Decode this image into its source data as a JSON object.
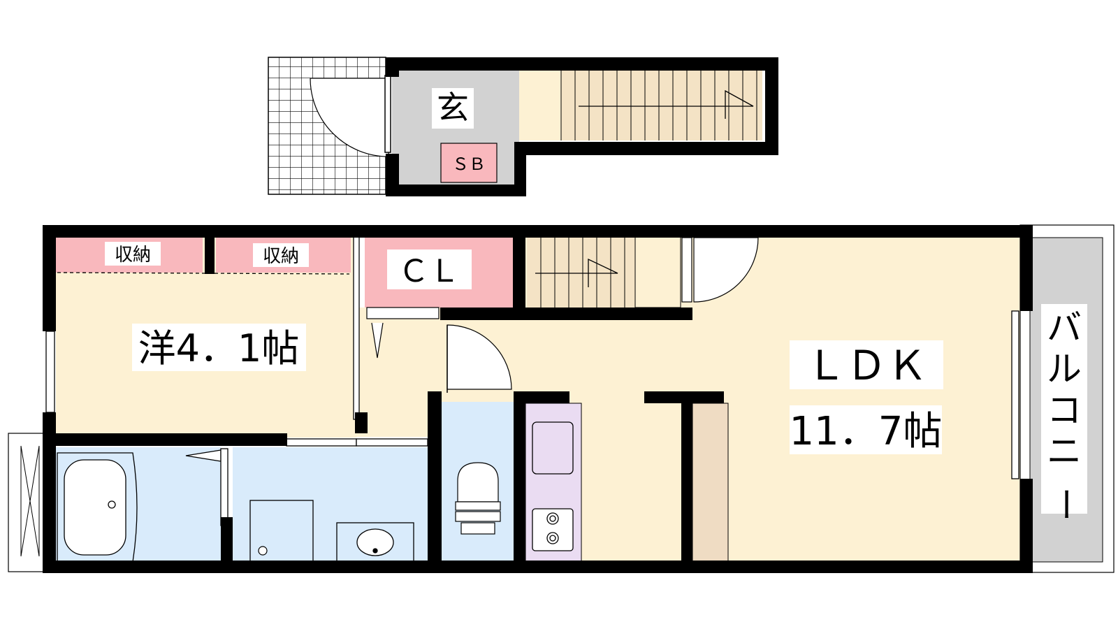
{
  "labels": {
    "entrance": "玄",
    "shoe_box": "ＳＢ",
    "storage_1": "収納",
    "storage_2": "収納",
    "closet": "ＣＬ",
    "western_room": "洋4．1帖",
    "ldk_name": "ＬＤＫ",
    "ldk_size": "11．7帖",
    "balcony": [
      "バ",
      "ル",
      "コ",
      "ニ",
      "ー"
    ]
  },
  "colors": {
    "wall": "#000000",
    "floor": "#fdf1d3",
    "stairs": "#f4e3c5",
    "storage": "#f9b8bd",
    "entrance_floor": "#d2d2d2",
    "wet_area": "#d9ebfb",
    "kitchen": "#eadcf2",
    "balcony": "#d2d2d2",
    "counter": "#efdcc3"
  }
}
